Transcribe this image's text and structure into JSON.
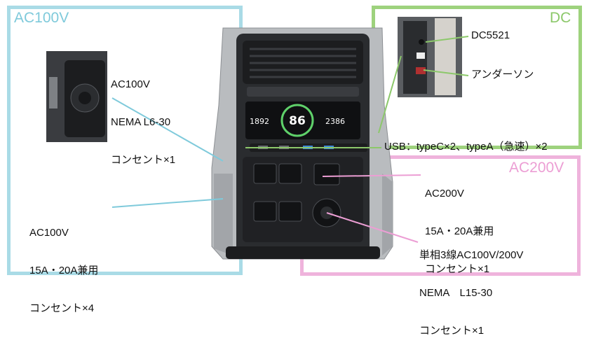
{
  "sections": {
    "ac100": {
      "title": "AC100V",
      "color": "#a9dbe6"
    },
    "dc": {
      "title": "DC",
      "color": "#9ed27d"
    },
    "ac200": {
      "title": "AC200V",
      "color": "#efb3dc"
    }
  },
  "labels": {
    "ac100_l630": [
      "AC100V",
      "NEMA L6-30",
      "コンセント×1"
    ],
    "ac100_outlets": [
      "AC100V",
      "15A・20A兼用",
      "コンセント×4"
    ],
    "dc5521": "DC5521",
    "anderson": "アンダーソン",
    "usb": "USB：typeC×2、typeA（急速）×2",
    "ac200_outlet": [
      "AC200V",
      "15A・20A兼用",
      "コンセント×1"
    ],
    "l1530": [
      "単相3線AC100V/200V",
      "NEMA　L15-30",
      "コンセント×1"
    ]
  },
  "display": {
    "left_value": "1892",
    "center_value": "86",
    "right_value": "2386"
  }
}
